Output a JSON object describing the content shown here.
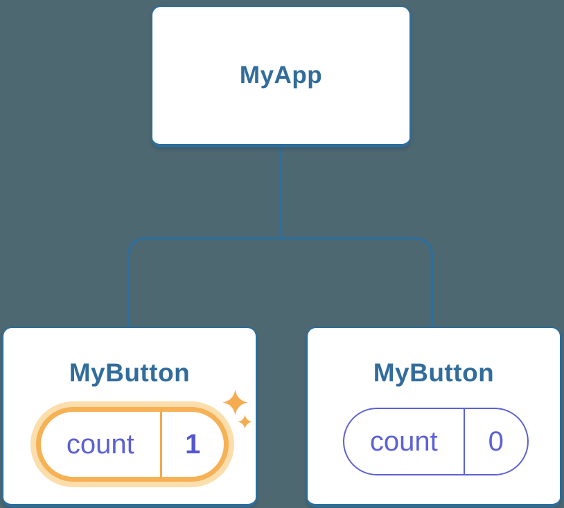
{
  "diagram": {
    "root": {
      "label": "MyApp"
    },
    "children": [
      {
        "label": "MyButton",
        "state": {
          "name": "count",
          "value": "1",
          "highlighted": true
        }
      },
      {
        "label": "MyButton",
        "state": {
          "name": "count",
          "value": "0",
          "highlighted": false
        }
      }
    ]
  },
  "icons": {
    "sparkles": {
      "name": "sparkles-icon",
      "glyph": "✦"
    }
  },
  "colors": {
    "background": "#4e6872",
    "node_background": "#ffffff",
    "node_border_blue": "#2d6e9b",
    "node_label_blue": "#316c9c",
    "connector_blue": "#2d6e9b",
    "state_indigo": "#5c61d5",
    "state_value_bold_indigo": "#5457d0",
    "highlight_orange": "#f6b155",
    "highlight_halo_orange": "#fcdeac",
    "highlight_divider_orange": "#f2a94b",
    "sparkle_orange": "#f5ac51"
  }
}
